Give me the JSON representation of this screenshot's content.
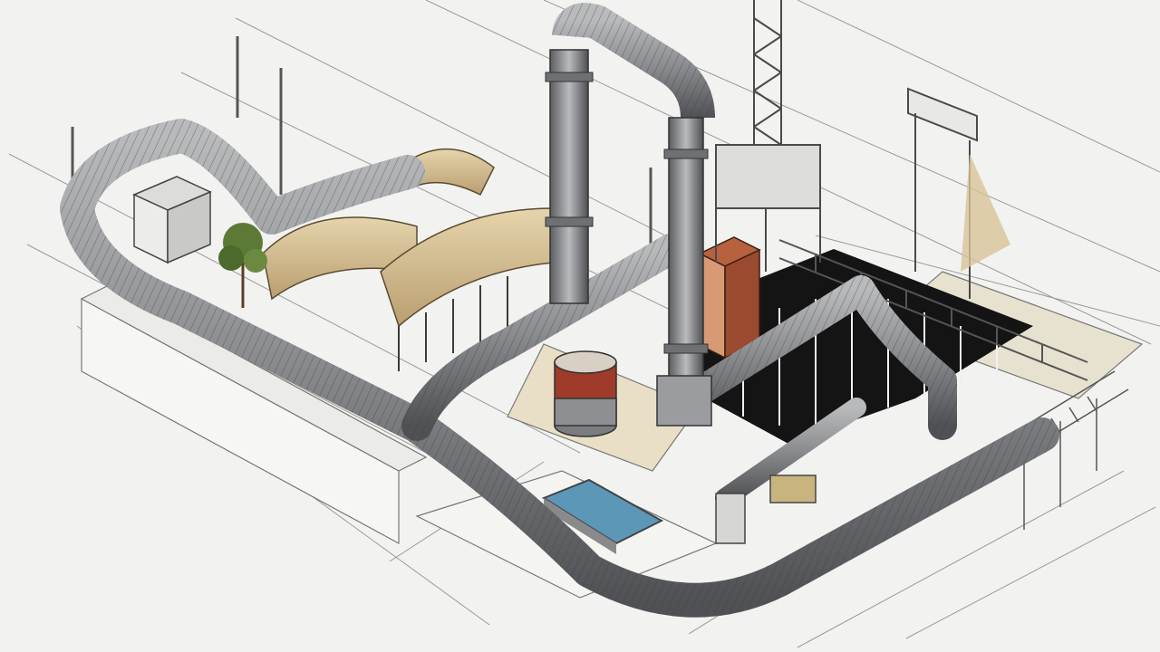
{
  "scene": {
    "kind": "isometric industrial facility illustration",
    "palette": {
      "paper": "#f2f2f0",
      "linework": "#4a4a4a",
      "pipe": "#8d8f92",
      "pipe_dark": "#55575a",
      "canvas_roof": "#d8c39a",
      "brick": "#9a4a2e",
      "pit": "#141414",
      "water": "#5d97b8",
      "ground_wash": "#e4dcc4"
    },
    "elements": [
      "main-duct-loop",
      "vertical-exhaust-stack",
      "steel-lattice-tower",
      "canvas-roof-shed",
      "small-kiosk",
      "tree",
      "open-pit",
      "water-basin",
      "rust-tank",
      "brick-cabinet",
      "walkway-railing",
      "stair-ramp",
      "billboard-frame"
    ]
  }
}
